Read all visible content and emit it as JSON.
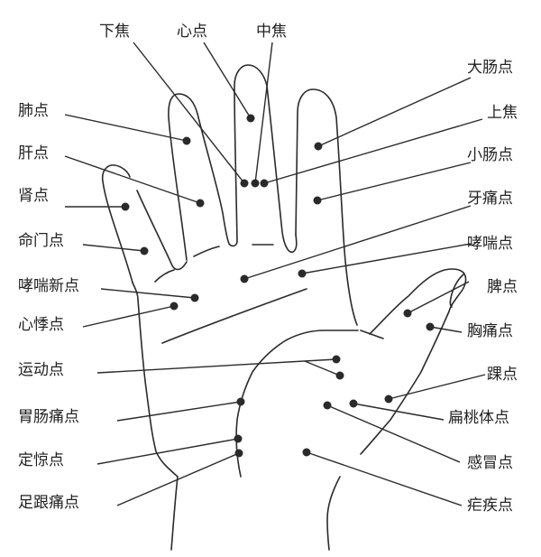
{
  "colors": {
    "line": "#2a2a2a",
    "dot": "#2a2a2a"
  },
  "points": [
    {
      "id": "xiajiao",
      "label": "下焦"
    },
    {
      "id": "xindian",
      "label": "心点"
    },
    {
      "id": "zhongjiao",
      "label": "中焦"
    },
    {
      "id": "dachang",
      "label": "大肠点"
    },
    {
      "id": "shangjiao",
      "label": "上焦"
    },
    {
      "id": "xiaochang",
      "label": "小肠点"
    },
    {
      "id": "yatong",
      "label": "牙痛点"
    },
    {
      "id": "xiaochuan",
      "label": "哮喘点"
    },
    {
      "id": "pi",
      "label": "脾点"
    },
    {
      "id": "xiongtong",
      "label": "胸痛点"
    },
    {
      "id": "huai",
      "label": "踝点"
    },
    {
      "id": "biantaoti",
      "label": "扁桃体点"
    },
    {
      "id": "ganmao",
      "label": "感冒点"
    },
    {
      "id": "nueji",
      "label": "疟疾点"
    },
    {
      "id": "fei",
      "label": "肺点"
    },
    {
      "id": "gan",
      "label": "肝点"
    },
    {
      "id": "shen",
      "label": "肾点"
    },
    {
      "id": "mingmen",
      "label": "命门点"
    },
    {
      "id": "xiaochuanxin",
      "label": "哮喘新点"
    },
    {
      "id": "xinji",
      "label": "心悸点"
    },
    {
      "id": "yundong",
      "label": "运动点"
    },
    {
      "id": "weichangtong",
      "label": "胃肠痛点"
    },
    {
      "id": "dingjing",
      "label": "定惊点"
    },
    {
      "id": "zugentong",
      "label": "足跟痛点"
    }
  ]
}
